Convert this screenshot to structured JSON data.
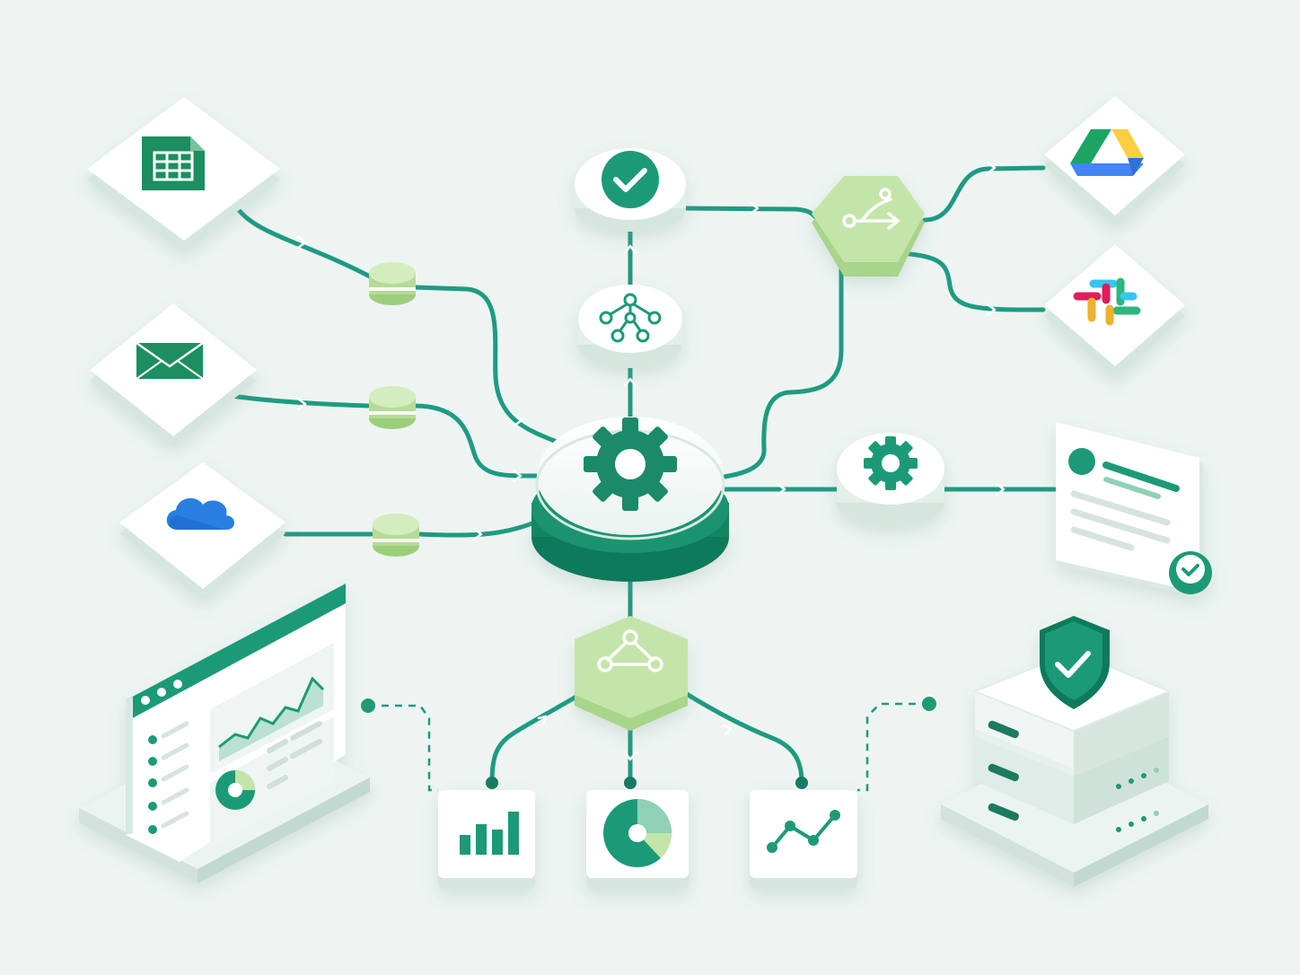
{
  "colors": {
    "background": "#eef4f2",
    "primary": "#1f9a78",
    "primary_dark": "#117a5c",
    "pipe": "#1e9b82",
    "accent_light": "#c9e7b0",
    "tile_face": "#ffffff",
    "tile_side": "#d5e6df",
    "platform": "#e2eeea"
  },
  "nodes": {
    "sources": [
      {
        "id": "spreadsheet",
        "icon": "spreadsheet-icon"
      },
      {
        "id": "email",
        "icon": "envelope-icon"
      },
      {
        "id": "cloud",
        "icon": "cloud-icon"
      }
    ],
    "filters": [
      "filter-node-1",
      "filter-node-2",
      "filter-node-3"
    ],
    "hub": {
      "icon": "gear-icon"
    },
    "top_chain": [
      {
        "id": "validate",
        "icon": "check-icon"
      },
      {
        "id": "transform",
        "icon": "network-graph-icon"
      }
    ],
    "router": {
      "icon": "fork-icon"
    },
    "destinations": [
      {
        "id": "google-drive",
        "icon": "google-drive-icon"
      },
      {
        "id": "slack",
        "icon": "slack-icon"
      }
    ],
    "processor": {
      "icon": "gear-icon"
    },
    "report": {
      "icon": "document-card-icon",
      "badge": "check-badge-icon"
    },
    "splitter": {
      "icon": "tree-split-icon"
    },
    "outputs": [
      {
        "id": "bar-chart",
        "icon": "bar-chart-icon"
      },
      {
        "id": "pie-chart",
        "icon": "pie-chart-icon"
      },
      {
        "id": "line-chart",
        "icon": "line-chart-icon"
      }
    ],
    "dashboard": {
      "icon": "dashboard-window-icon"
    },
    "secure_storage": {
      "icon": "server-stack-icon",
      "badge": "shield-check-icon"
    }
  }
}
